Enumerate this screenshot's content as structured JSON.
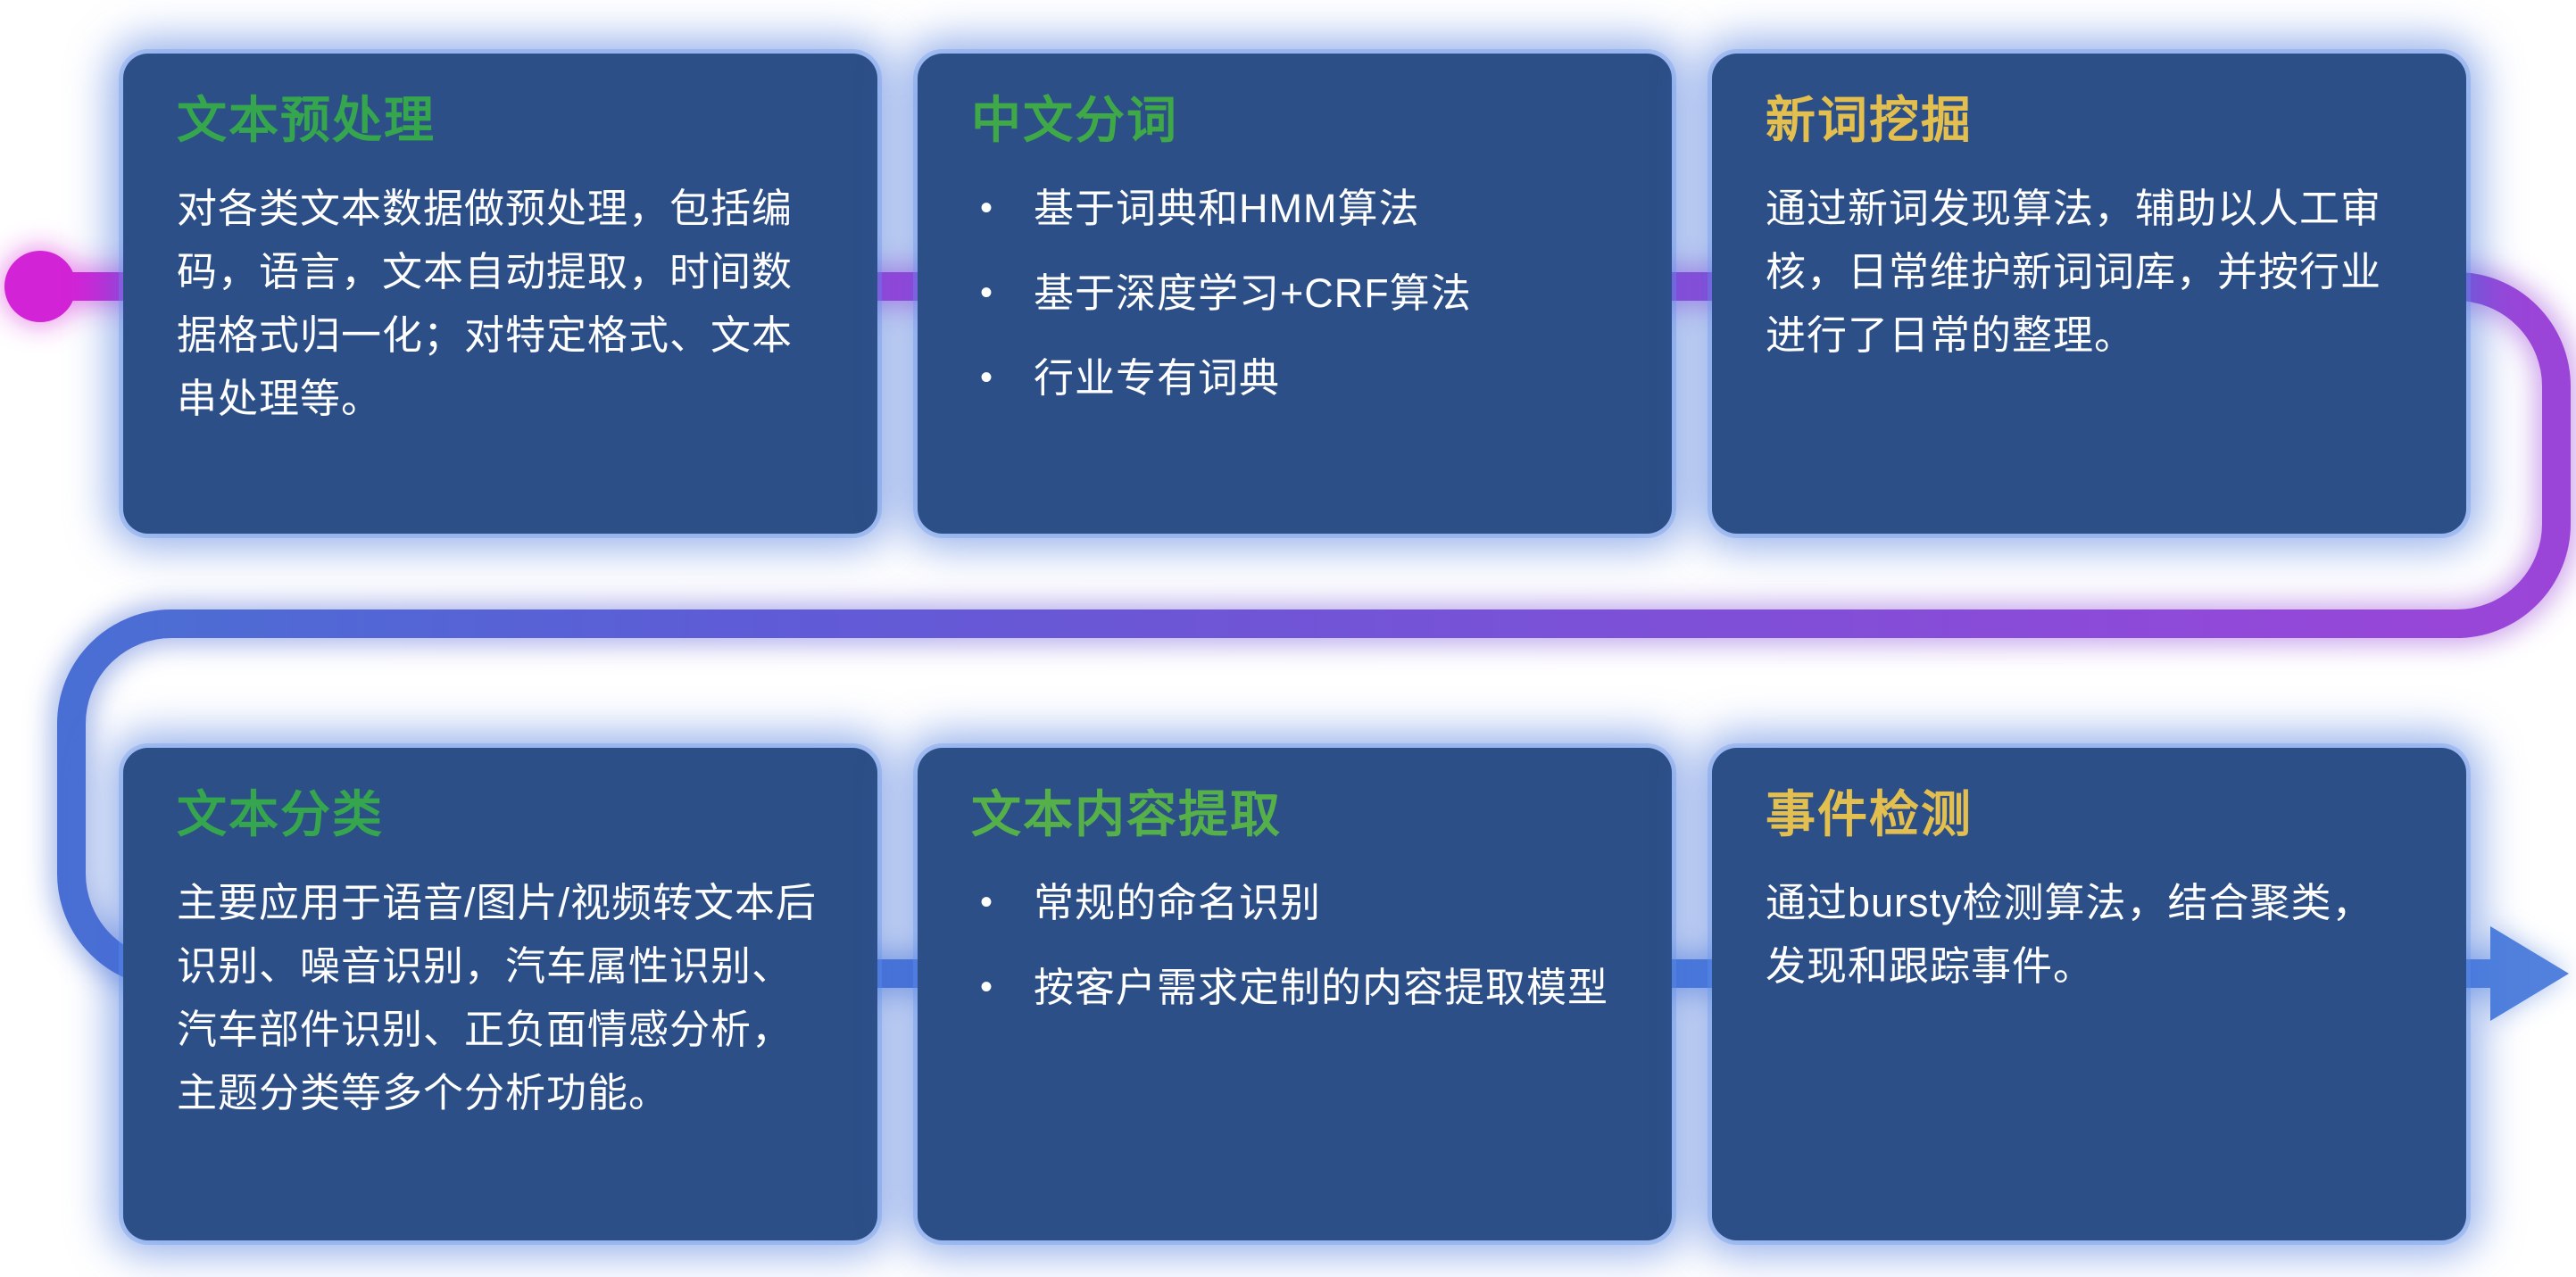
{
  "bullet_char": "•",
  "palette": {
    "background": "#ffffff",
    "card_bg": "#2d4f87",
    "card_glow": "#4679e0",
    "body_text": "#ffffff",
    "line_magenta": "#d323d6",
    "line_purple": "#9b45d8",
    "line_indigo": "#5f5bd6",
    "line_blue": "#4a6fd4",
    "arrow_blue": "#5181dd"
  },
  "cards": [
    {
      "title": "文本预处理",
      "title_color": "#35a64d",
      "body": "对各类文本数据做预处理，包括编码，语言，文本自动提取，时间数据格式归一化；对特定格式、文本串处理等。",
      "bullets": []
    },
    {
      "title": "中文分词",
      "title_color": "#3fa947",
      "body": "",
      "bullets": [
        "基于词典和HMM算法",
        "基于深度学习+CRF算法",
        "行业专有词典"
      ]
    },
    {
      "title": "新词挖掘",
      "title_color": "#e2bf4e",
      "body": "通过新词发现算法，辅助以人工审核，日常维护新词词库，并按行业进行了日常的整理。",
      "bullets": []
    },
    {
      "title": "文本分类",
      "title_color": "#35a64d",
      "body": "主要应用于语音/图片/视频转文本后识别、噪音识别，汽车属性识别、汽车部件识别、正负面情感分析，主题分类等多个分析功能。",
      "bullets": []
    },
    {
      "title": "文本内容提取",
      "title_color": "#55b04a",
      "body": "",
      "bullets": [
        "常规的命名识别",
        "按客户需求定制的内容提取模型"
      ]
    },
    {
      "title": "事件检测",
      "title_color": "#e2bf4e",
      "body": "通过bursty检测算法，结合聚类，发现和跟踪事件。",
      "bullets": []
    }
  ]
}
